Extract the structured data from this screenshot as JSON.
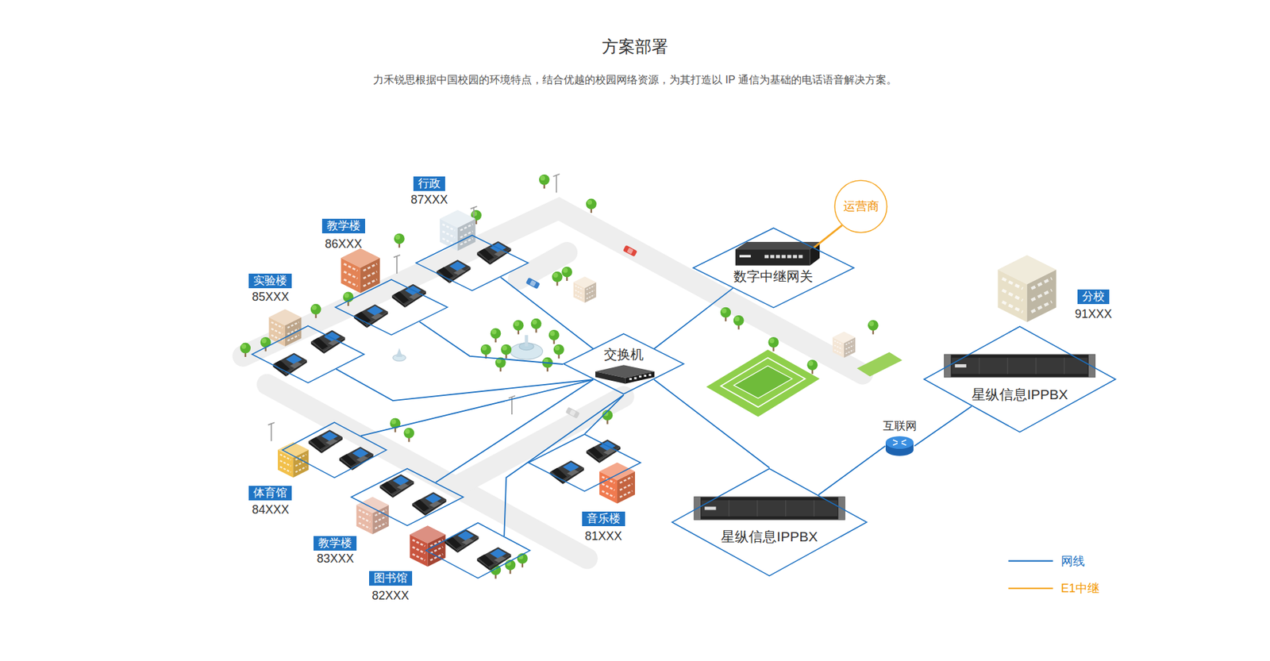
{
  "diagram": {
    "title": "方案部署",
    "caption": "力禾锐思根据中国校园的环境特点，结合优越的校园网络资源，为其打造以 IP 通信为基础的电话语音解决方案。",
    "nodes": [
      {
        "text": [
          "行政",
          "87XXX"
        ]
      },
      {
        "text": [
          "运营商"
        ]
      },
      {
        "text": [
          "教学楼",
          "86XXX"
        ]
      },
      {
        "text": [
          "数字中继网关"
        ]
      },
      {
        "text": [
          "实验楼",
          "85XXX"
        ]
      },
      {
        "text": [
          "分校",
          "91XXX"
        ]
      },
      {
        "text": [
          "交换机"
        ]
      },
      {
        "text": [
          "星纵信息IPPBX"
        ]
      },
      {
        "text": [
          "互联网"
        ]
      },
      {
        "text": [
          "体育馆",
          "84XXX"
        ]
      },
      {
        "text": [
          "音乐楼",
          "81XXX"
        ]
      },
      {
        "text": [
          "教学楼",
          "83XXX"
        ]
      },
      {
        "text": [
          "星纵信息IPPBX"
        ]
      },
      {
        "text": [
          "图书馆",
          "82XXX"
        ]
      }
    ],
    "edges": [
      {
        "from": 6,
        "to": 3,
        "arrow": "none"
      },
      {
        "from": 3,
        "to": 1,
        "arrow": "none"
      },
      {
        "from": 6,
        "to": 12,
        "arrow": "none"
      },
      {
        "from": 12,
        "to": 8,
        "arrow": "none"
      },
      {
        "from": 8,
        "to": 7,
        "arrow": "none"
      },
      {
        "from": 0,
        "to": 6,
        "arrow": "none"
      },
      {
        "from": 2,
        "to": 6,
        "arrow": "none"
      },
      {
        "from": 4,
        "to": 6,
        "arrow": "none"
      },
      {
        "from": 9,
        "to": 6,
        "arrow": "none"
      },
      {
        "from": 11,
        "to": 6,
        "arrow": "none"
      },
      {
        "from": 13,
        "to": 6,
        "arrow": "none"
      },
      {
        "from": 10,
        "to": 6,
        "arrow": "none"
      }
    ],
    "legend": [
      {
        "text": "网线"
      },
      {
        "text": "E1中继"
      }
    ]
  }
}
